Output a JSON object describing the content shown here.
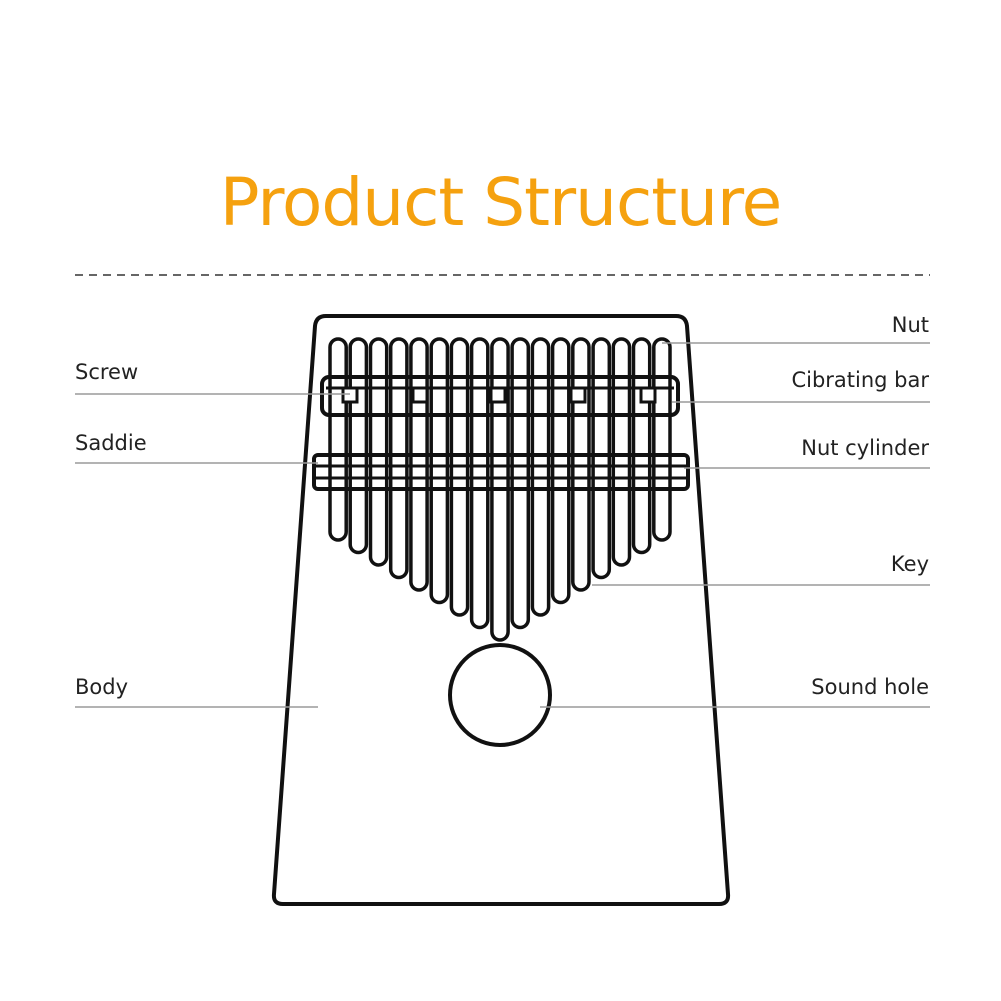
{
  "title": "Product Structure",
  "colors": {
    "title": "#F5A10F",
    "outline": "#111111",
    "leader_line": "#9a9a9a",
    "divider": "#666666"
  },
  "labels": {
    "screw": "Screw",
    "saddle": "Saddie",
    "body": "Body",
    "nut": "Nut",
    "vibrating_bar": "Cibrating bar",
    "nut_cylinder": "Nut cylinder",
    "key": "Key",
    "sound_hole": "Sound hole"
  },
  "key_count": 17
}
